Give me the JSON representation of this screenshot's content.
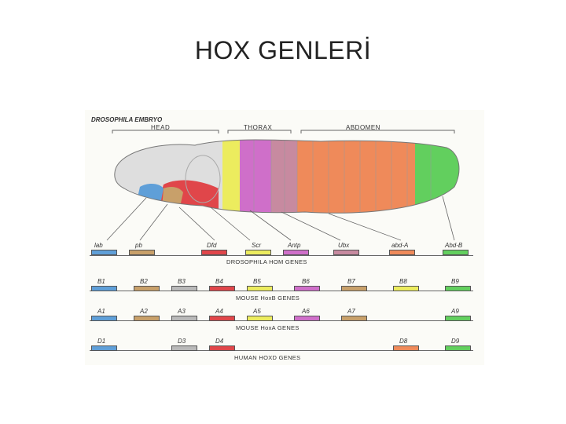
{
  "slide": {
    "title": "HOX GENLERİ"
  },
  "embryo": {
    "title": "DROSOPHILA EMBRYO",
    "regions": {
      "head": "HEAD",
      "thorax": "THORAX",
      "abdomen": "ABDOMEN"
    }
  },
  "colors": {
    "lab": "#5f9fd8",
    "pb": "#c8a06a",
    "dfd": "#e0464a",
    "scr": "#ecec5e",
    "antp": "#cf6fc9",
    "ubx": "#c78aa0",
    "abda": "#ef8a5a",
    "abdb": "#62cf5e",
    "grey": "#b9b9b9"
  },
  "rows": {
    "drosophila": {
      "title": "DROSOPHILA HOM GENES",
      "genes": {
        "lab": "lab",
        "pb": "pb",
        "dfd": "Dfd",
        "scr": "Scr",
        "antp": "Antp",
        "ubx": "Ubx",
        "abda": "abd-A",
        "abdb": "Abd-B"
      }
    },
    "mouseB": {
      "title": "MOUSE HoxB GENES",
      "genes": {
        "b1": "B1",
        "b2": "B2",
        "b3": "B3",
        "b4": "B4",
        "b5": "B5",
        "b6": "B6",
        "b7": "B7",
        "b8": "B8",
        "b9": "B9"
      }
    },
    "mouseA": {
      "title": "MOUSE HoxA GENES",
      "genes": {
        "a1": "A1",
        "a2": "A2",
        "a3": "A3",
        "a4": "A4",
        "a5": "A5",
        "a6": "A6",
        "a7": "A7",
        "a9": "A9"
      }
    },
    "human": {
      "title": "HUMAN HOXD GENES",
      "genes": {
        "d1": "D1",
        "d3": "D3",
        "d4": "D4",
        "d8": "D8",
        "d9": "D9"
      }
    }
  }
}
